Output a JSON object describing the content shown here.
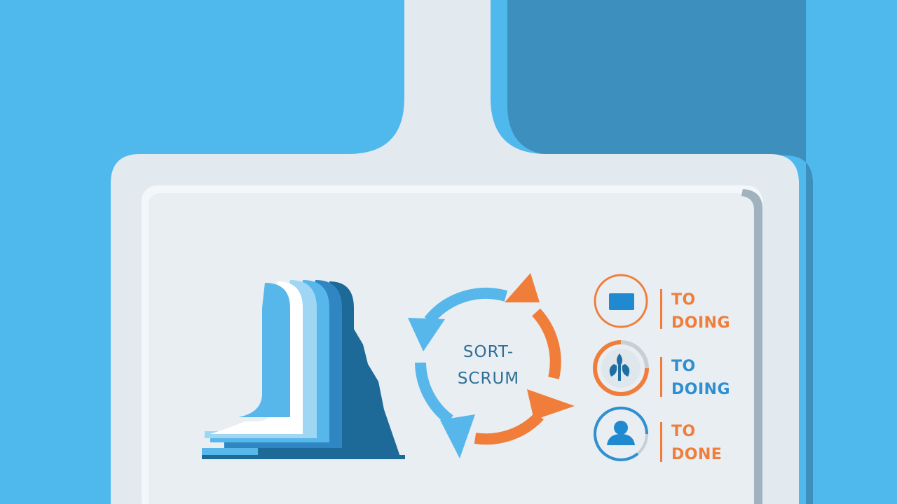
{
  "colors": {
    "background": "#4fb8ec",
    "board": "#e3eaef",
    "board_inner": "#e9eef2",
    "orange": "#f07e3a",
    "light_blue": "#58b7ea",
    "dark_blue": "#1b6b99",
    "text_blue": "#2f6f98"
  },
  "diagram": {
    "waterfall": {
      "icon": "waterfall-icon"
    },
    "cycle": {
      "icon": "cycle-arrows-icon",
      "line1": "SORT-",
      "line2": "SCRUM"
    },
    "rows": [
      {
        "icon": "card-icon",
        "ring": "orange",
        "line1": "TO",
        "line2": "DOING",
        "line1_color": "orange",
        "line2_color": "orange"
      },
      {
        "icon": "leaf-icon",
        "ring": "orange",
        "line1": "TO",
        "line2": "DOING",
        "line1_color": "light_blue",
        "line2_color": "light_blue"
      },
      {
        "icon": "person-icon",
        "ring": "blue",
        "line1": "TO",
        "line2": "DONE",
        "line1_color": "orange",
        "line2_color": "orange"
      }
    ]
  }
}
